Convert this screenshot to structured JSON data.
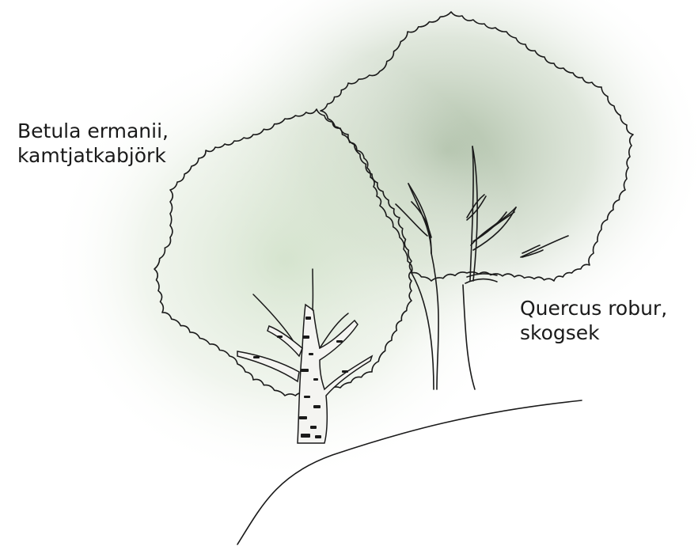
{
  "labels": {
    "betula": {
      "line1": "Betula ermanii,",
      "line2": "kamtjatkabjörk"
    },
    "quercus": {
      "line1": "Quercus robur,",
      "line2": "skogsek"
    }
  },
  "colors": {
    "background": "#ffffff",
    "glow": "#a9bfa0",
    "ink": "#1a1a1a",
    "bark": "#f3f3f1"
  },
  "illustration": {
    "trees": [
      "birch-tree",
      "oak-tree"
    ],
    "ground": "hill-line"
  }
}
